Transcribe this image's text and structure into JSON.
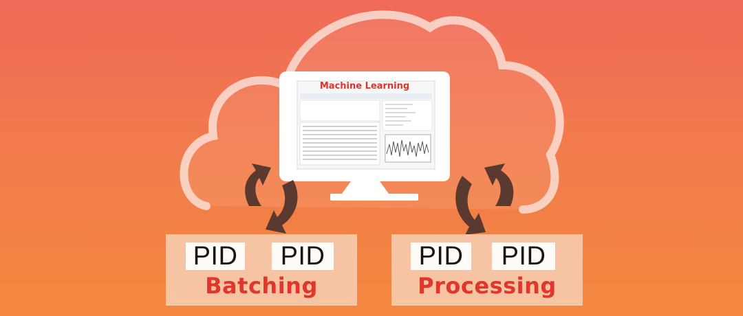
{
  "monitor": {
    "screen_title": "Machine Learning"
  },
  "groups": [
    {
      "label": "Batching",
      "pids": [
        "PID",
        "PID"
      ]
    },
    {
      "label": "Processing",
      "pids": [
        "PID",
        "PID"
      ]
    }
  ],
  "colors": {
    "background_top": "#f06a58",
    "background_bottom": "#f3883e",
    "label_red": "#e2332b",
    "arrow": "#5a3a2e",
    "box_fill": "#f7c7a6"
  }
}
